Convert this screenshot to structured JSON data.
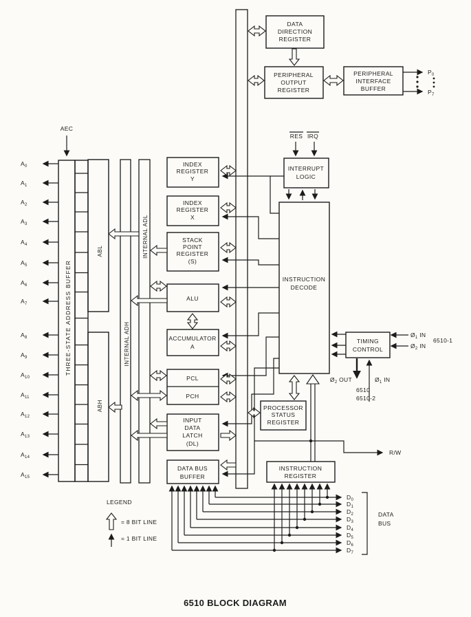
{
  "title": "6510 BLOCK DIAGRAM",
  "legend": {
    "heading": "LEGEND",
    "eight_bit": "= 8 BIT LINE",
    "one_bit": "= 1 BIT LINE"
  },
  "data_bus_label": [
    "DATA",
    "BUS"
  ],
  "blocks": {
    "data_direction_register": {
      "lines": [
        "DATA",
        "DIRECTION",
        "REGISTER"
      ]
    },
    "peripheral_output_register": {
      "lines": [
        "PERIPHERAL",
        "OUTPUT",
        "REGISTER"
      ]
    },
    "peripheral_interface_buffer": {
      "lines": [
        "PERIPHERAL",
        "INTERFACE",
        "BUFFER"
      ]
    },
    "interrupt_logic": {
      "lines": [
        "INTERRUPT",
        "LOGIC"
      ]
    },
    "instruction_decode": {
      "lines": [
        "INSTRUCTION",
        "DECODE"
      ]
    },
    "timing_control": {
      "lines": [
        "TIMING",
        "CONTROL"
      ]
    },
    "processor_status_register": {
      "lines": [
        "PROCESSOR",
        "STATUS",
        "REGISTER"
      ]
    },
    "instruction_register": {
      "lines": [
        "INSTRUCTION",
        "REGISTER"
      ]
    },
    "data_bus_buffer": {
      "lines": [
        "DATA BUS",
        "BUFFER"
      ]
    },
    "input_data_latch": {
      "lines": [
        "INPUT",
        "DATA",
        "LATCH",
        "(DL)"
      ]
    },
    "pcl": {
      "label": "PCL"
    },
    "pch": {
      "label": "PCH"
    },
    "accumulator": {
      "lines": [
        "ACCUMULATOR",
        "A"
      ]
    },
    "alu": {
      "label": "ALU"
    },
    "stack_point_register": {
      "lines": [
        "STACK",
        "POINT",
        "REGISTER",
        "(S)"
      ]
    },
    "index_register_x": {
      "lines": [
        "INDEX",
        "REGISTER",
        "X"
      ]
    },
    "index_register_y": {
      "lines": [
        "INDEX",
        "REGISTER",
        "Y"
      ]
    },
    "three_state_address_buffer": {
      "label": "THREE-STATE ADDRESS BUFFER"
    },
    "abl": {
      "label": "ABL"
    },
    "abh": {
      "label": "ABH"
    },
    "internal_adl": {
      "label": "INTERNAL ADL"
    },
    "internal_adh": {
      "label": "INTERNAL ADH"
    }
  },
  "signals": {
    "aec": "AEC",
    "res": "RES",
    "irq": "IRQ",
    "rw": "R/W",
    "phi1_in_right": {
      "base": "Ø",
      "sub": "1",
      "rest": " IN"
    },
    "phi2_in_right": {
      "base": "Ø",
      "sub": "2",
      "rest": " IN"
    },
    "phi2_out": {
      "base": "Ø",
      "sub": "2",
      "rest": " OUT"
    },
    "phi1_in_bottom": {
      "base": "Ø",
      "sub": "1",
      "rest": " IN"
    },
    "part_right": "6510-1",
    "part_bottom_1": "6510",
    "part_bottom_2": "6510-2"
  },
  "address_pins": [
    {
      "base": "A",
      "sub": "0"
    },
    {
      "base": "A",
      "sub": "1"
    },
    {
      "base": "A",
      "sub": "2"
    },
    {
      "base": "A",
      "sub": "3"
    },
    {
      "base": "A",
      "sub": "4"
    },
    {
      "base": "A",
      "sub": "5"
    },
    {
      "base": "A",
      "sub": "6"
    },
    {
      "base": "A",
      "sub": "7"
    },
    {
      "base": "A",
      "sub": "8"
    },
    {
      "base": "A",
      "sub": "9"
    },
    {
      "base": "A",
      "sub": "10"
    },
    {
      "base": "A",
      "sub": "11"
    },
    {
      "base": "A",
      "sub": "12"
    },
    {
      "base": "A",
      "sub": "13"
    },
    {
      "base": "A",
      "sub": "14"
    },
    {
      "base": "A",
      "sub": "15"
    }
  ],
  "data_pins": [
    {
      "base": "D",
      "sub": "0"
    },
    {
      "base": "D",
      "sub": "1"
    },
    {
      "base": "D",
      "sub": "2"
    },
    {
      "base": "D",
      "sub": "3"
    },
    {
      "base": "D",
      "sub": "4"
    },
    {
      "base": "D",
      "sub": "5"
    },
    {
      "base": "D",
      "sub": "6"
    },
    {
      "base": "D",
      "sub": "7"
    }
  ],
  "port_pins": [
    {
      "base": "P",
      "sub": "0"
    },
    {
      "base": "P",
      "sub": "7"
    }
  ]
}
